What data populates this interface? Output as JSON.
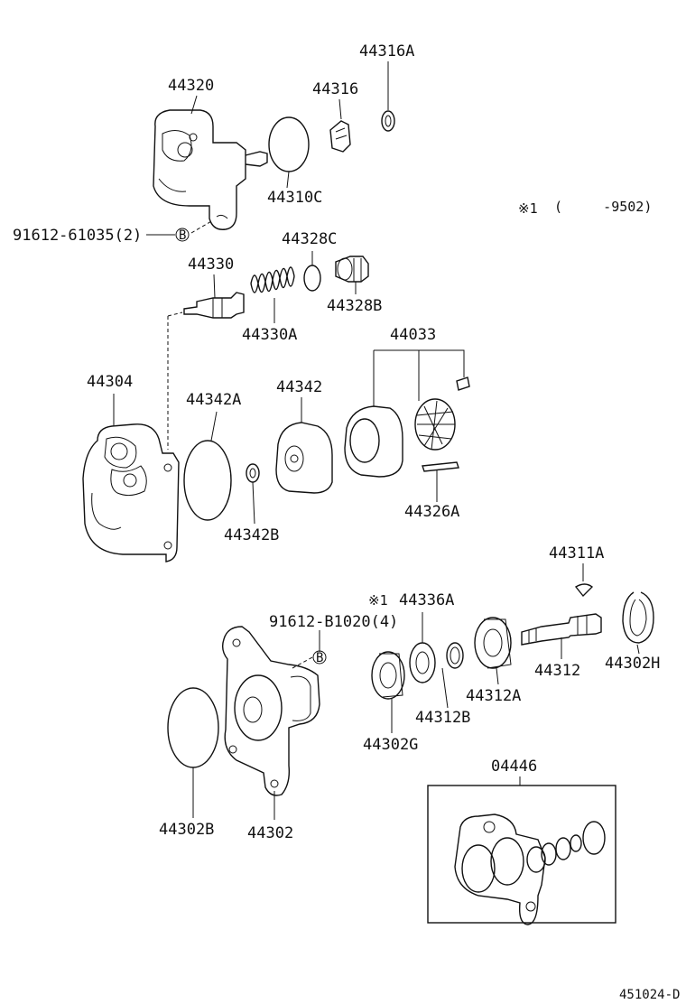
{
  "labels": {
    "p44316A": "44316A",
    "p44320": "44320",
    "p44316": "44316",
    "p44310C": "44310C",
    "p9161261035": "91612-61035(2)",
    "p44328C": "44328C",
    "p44330": "44330",
    "p44328B": "44328B",
    "p44330A": "44330A",
    "p44033": "44033",
    "p44304": "44304",
    "p44342A": "44342A",
    "p44342": "44342",
    "p44342B": "44342B",
    "p44326A": "44326A",
    "p44311A": "44311A",
    "p44336A": "44336A",
    "pB1020": "91612-B1020(4)",
    "p44312": "44312",
    "p44302H": "44302H",
    "p44312A": "44312A",
    "p44312B": "44312B",
    "p44302G": "44302G",
    "p44302B": "44302B",
    "p44302": "44302",
    "p04446": "04446"
  },
  "markers": {
    "bolt_b": "B",
    "note1_symbol": "※1",
    "note1_range": "(     -9502)"
  },
  "footer": {
    "diagram_code": "451024-D"
  }
}
